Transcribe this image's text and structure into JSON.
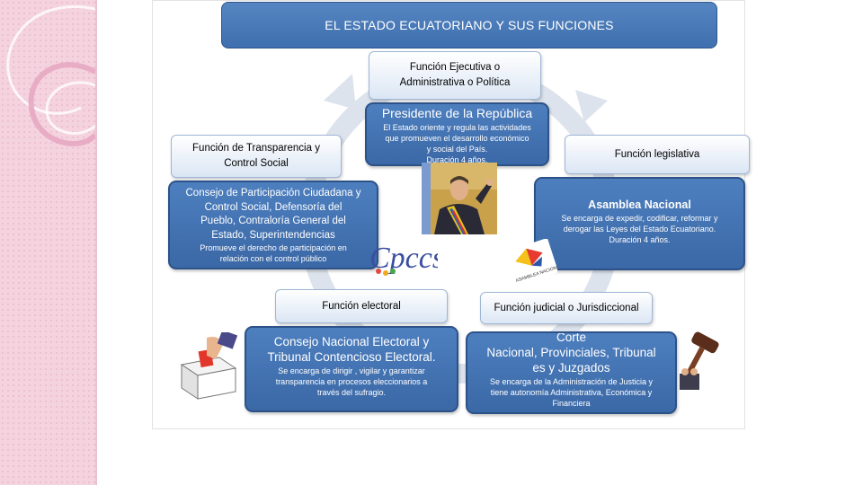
{
  "title": "EL ESTADO ECUATORIANO Y SUS FUNCIONES",
  "ejecutiva": {
    "label_l1": "Función Ejecutiva o",
    "label_l2": "Administrativa o Política",
    "heading": "Presidente de la República",
    "d1": "El Estado oriente y regula las actividades",
    "d2": "que promueven el desarrollo económico",
    "d3": "y social del País.",
    "d4": "Duración 4 años."
  },
  "legislativa": {
    "label": "Función legislativa",
    "heading": "Asamblea Nacional",
    "d1": "Se encarga de expedir,  codificar, reformar y",
    "d2": "derogar las Leyes del Estado Ecuatoriano.",
    "d3": "Duración 4 años.",
    "logo_text": "ASAMBLEA NACIONAL"
  },
  "judicial": {
    "label": "Función judicial o Jurisdiccional",
    "h1": "Corte",
    "h2": "Nacional, Provinciales, Tribunal",
    "h3": "es  y Juzgados",
    "d1": "Se  encarga de la Administración de Justicia  y",
    "d2": "tiene autonomía Administrativa, Económica y",
    "d3": "Financiera"
  },
  "electoral": {
    "label": "Función electoral",
    "h1": "Consejo Nacional Electoral  y",
    "h2": "Tribunal Contencioso Electoral.",
    "d1": "Se encarga de dirigir , vigilar y garantizar",
    "d2": "transparencia en procesos  eleccionarios a",
    "d3": "través del sufragio."
  },
  "transparencia": {
    "label_l1": "Función de Transparencia y",
    "label_l2": "Control Social",
    "h1": "Consejo de Participación Ciudadana y",
    "h2": "Control Social, Defensoría del",
    "h3": "Pueblo, Contraloría General del",
    "h4": "Estado, Superintendencias",
    "d1": "Promueve el derecho de participación  en",
    "d2": "relación con el control  público",
    "logo_text": "Cpccs"
  },
  "colors": {
    "box_blue": "#4674b5",
    "title_blue": "#4a7bbb",
    "ring": "#dde3ec",
    "sidebar_pink": "#f4d3df"
  },
  "icons": [
    "president-photo",
    "asamblea-logo",
    "cpccs-logo",
    "ballot-box-icon",
    "gavel-icon"
  ]
}
